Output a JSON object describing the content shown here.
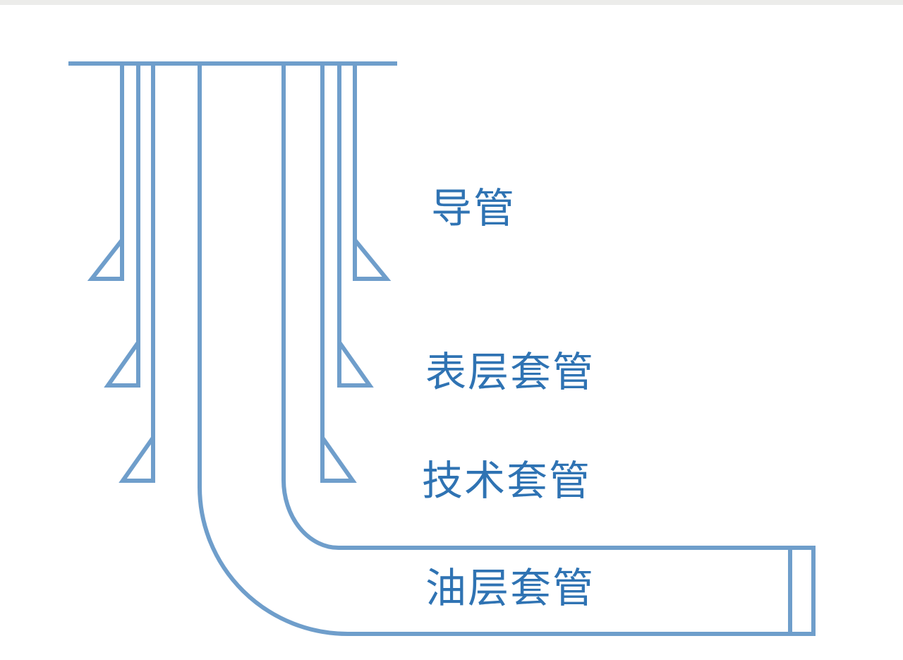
{
  "diagram": {
    "labels": {
      "conductor": "导管",
      "surface_casing": "表层套管",
      "technical_casing": "技术套管",
      "production_casing": "油层套管"
    },
    "colors": {
      "line": "#6f9ecb",
      "text": "#2f73b3"
    }
  }
}
